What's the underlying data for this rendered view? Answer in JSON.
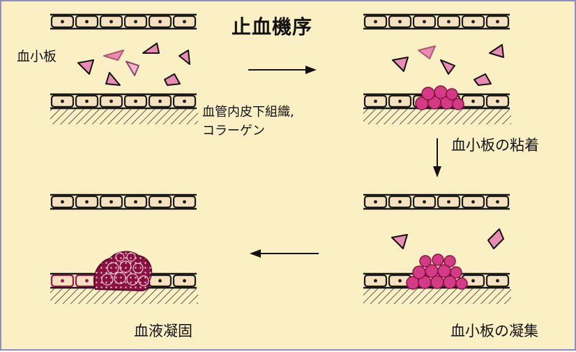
{
  "title": "止血機序",
  "labels": {
    "platelet": "血小板",
    "collagen_line1": "血管内皮下組織,",
    "collagen_line2": "コラーゲン",
    "adhesion": "血小板の粘着",
    "aggregation": "血小板の凝集",
    "coagulation": "血液凝固"
  },
  "colors": {
    "background": "#fbf0c4",
    "cell_fill": "#f4e1bd",
    "cell_outline": "#1a1a1a",
    "platelet_pink": "#e98bb2",
    "platelet_magenta": "#d43b87",
    "clot_dark": "#8b1240",
    "fibrin_outline": "#a0154a"
  }
}
